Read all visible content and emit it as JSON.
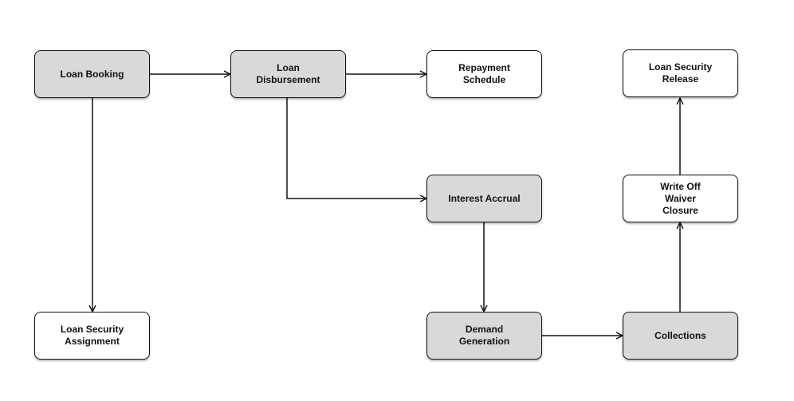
{
  "colors": {
    "filled_node": "#d9d9d9",
    "plain_node": "#ffffff",
    "stroke": "#111111"
  },
  "nodes": {
    "loan_booking": {
      "label": "Loan Booking",
      "fill": "filled"
    },
    "loan_disbursement": {
      "label": "Loan\nDisbursement",
      "fill": "filled"
    },
    "repayment_schedule": {
      "label": "Repayment\nSchedule",
      "fill": "plain"
    },
    "loan_security_release": {
      "label": "Loan Security\nRelease",
      "fill": "plain"
    },
    "interest_accrual": {
      "label": "Interest Accrual",
      "fill": "filled"
    },
    "write_off": {
      "label": "Write Off\nWaiver\nClosure",
      "fill": "plain"
    },
    "loan_security_assignment": {
      "label": "Loan Security\nAssignment",
      "fill": "plain"
    },
    "demand_generation": {
      "label": "Demand\nGeneration",
      "fill": "filled"
    },
    "collections": {
      "label": "Collections",
      "fill": "filled"
    }
  },
  "edges": [
    {
      "from": "Loan Booking",
      "to": "Loan Disbursement"
    },
    {
      "from": "Loan Booking",
      "to": "Loan Security Assignment"
    },
    {
      "from": "Loan Disbursement",
      "to": "Repayment Schedule"
    },
    {
      "from": "Loan Disbursement",
      "to": "Interest Accrual"
    },
    {
      "from": "Interest Accrual",
      "to": "Demand Generation"
    },
    {
      "from": "Demand Generation",
      "to": "Collections"
    },
    {
      "from": "Collections",
      "to": "Write Off Waiver Closure"
    },
    {
      "from": "Write Off Waiver Closure",
      "to": "Loan Security Release"
    }
  ]
}
